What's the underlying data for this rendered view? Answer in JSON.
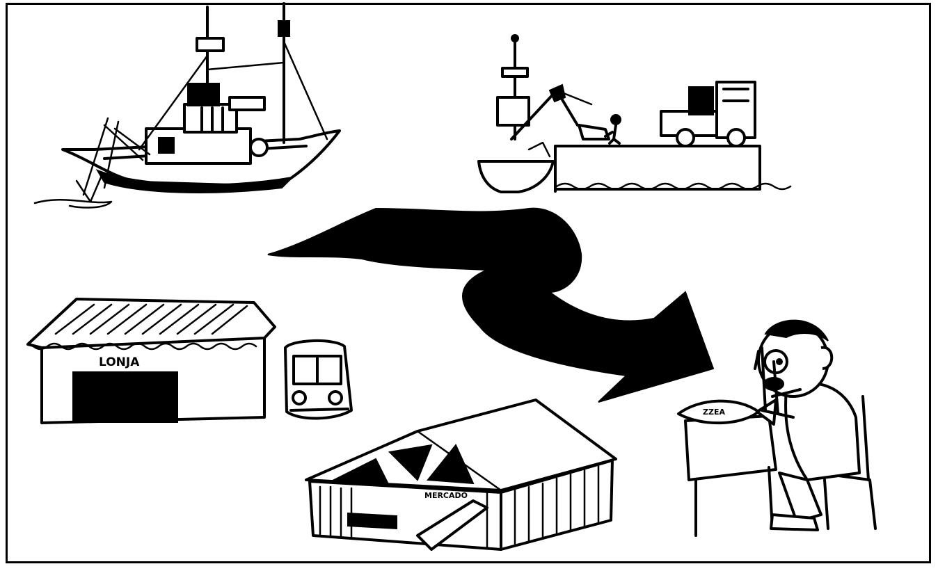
{
  "labels": {
    "fish_market_sign": "LONJA",
    "market_hall_sign": "MERCADO",
    "plate_marks": "ZZEA"
  },
  "icons": [
    "fishing-trawler-icon",
    "unloading-dock-icon",
    "flow-arrow-icon",
    "fish-market-building-icon",
    "delivery-truck-icon",
    "market-hall-icon",
    "diner-eating-fish-icon"
  ],
  "colors": {
    "ink": "#000000",
    "paper": "#ffffff"
  }
}
